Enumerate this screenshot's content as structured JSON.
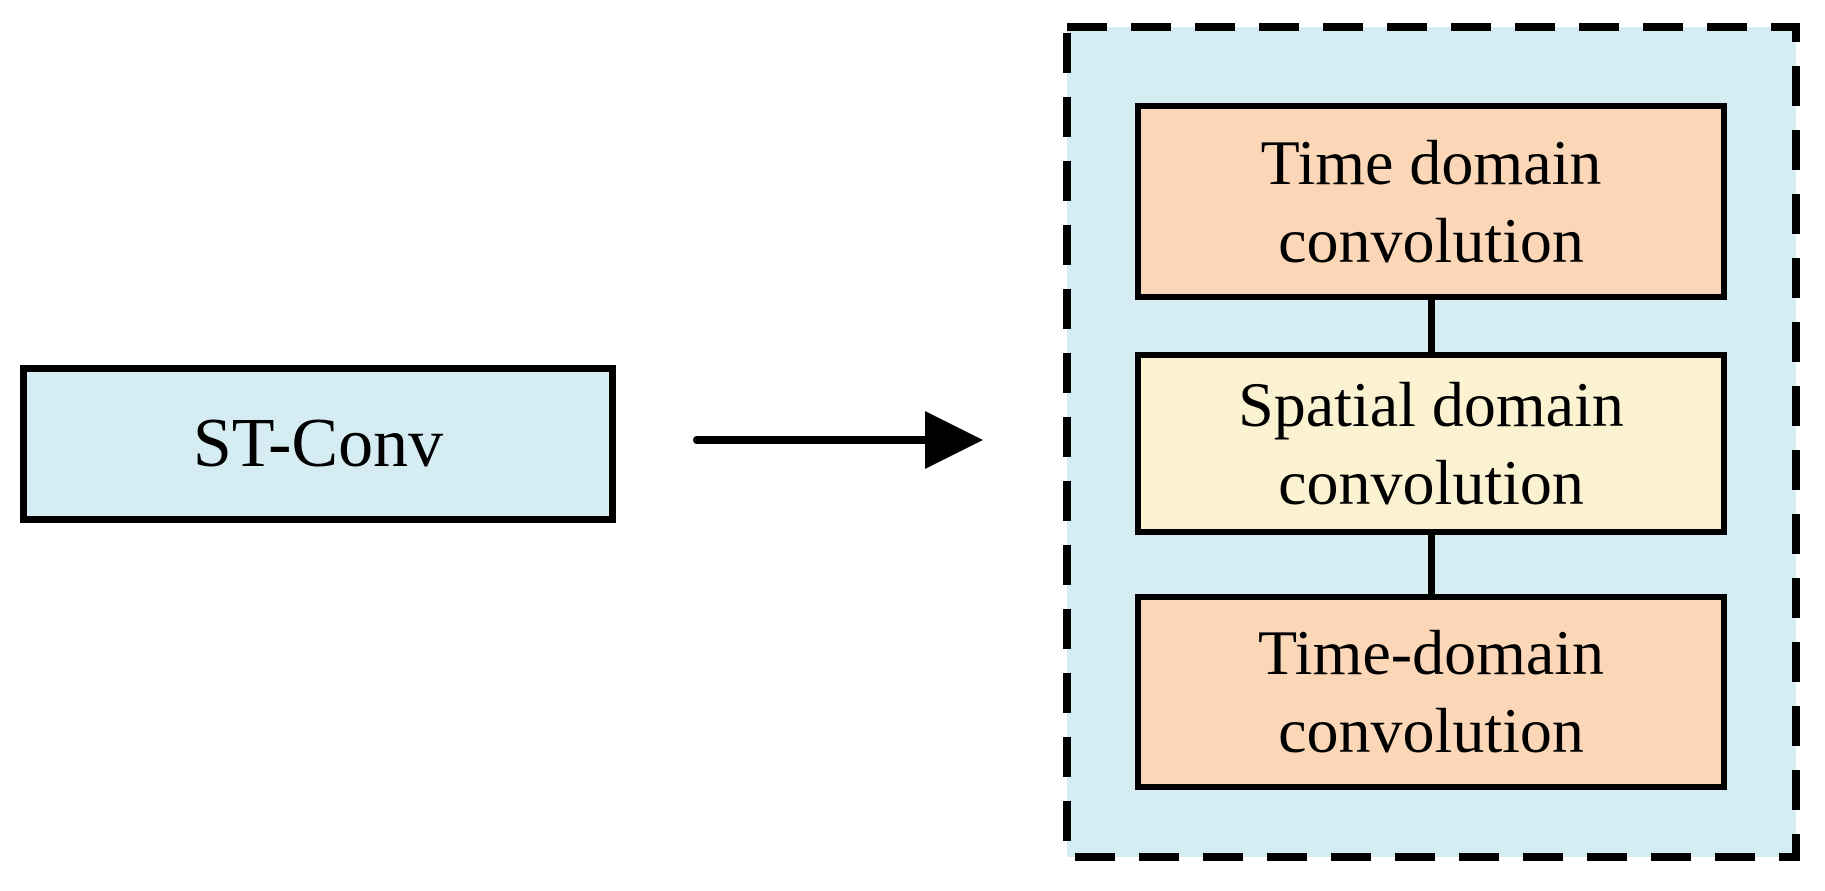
{
  "diagram": {
    "source_box": {
      "label": "ST-Conv",
      "fill": "#d5ecf2"
    },
    "arrow": {
      "icon": "right-arrow"
    },
    "detail_panel": {
      "fill": "#d5ecf2",
      "boxes": [
        {
          "text": "Time domain convolution",
          "lines": [
            "Time domain",
            "convolution"
          ],
          "fill": "#fcd7b7"
        },
        {
          "text": "Spatial domain convolution",
          "lines": [
            "Spatial domain",
            "convolution"
          ],
          "fill": "#fbf2d1"
        },
        {
          "text": "Time-domain convolution",
          "lines": [
            "Time-domain",
            "convolution"
          ],
          "fill": "#fcd7b7"
        }
      ]
    },
    "colors": {
      "outline": "#000000",
      "light_blue": "#d5ecf2",
      "peach": "#fcd7b7",
      "cream": "#fbf2d1"
    }
  }
}
